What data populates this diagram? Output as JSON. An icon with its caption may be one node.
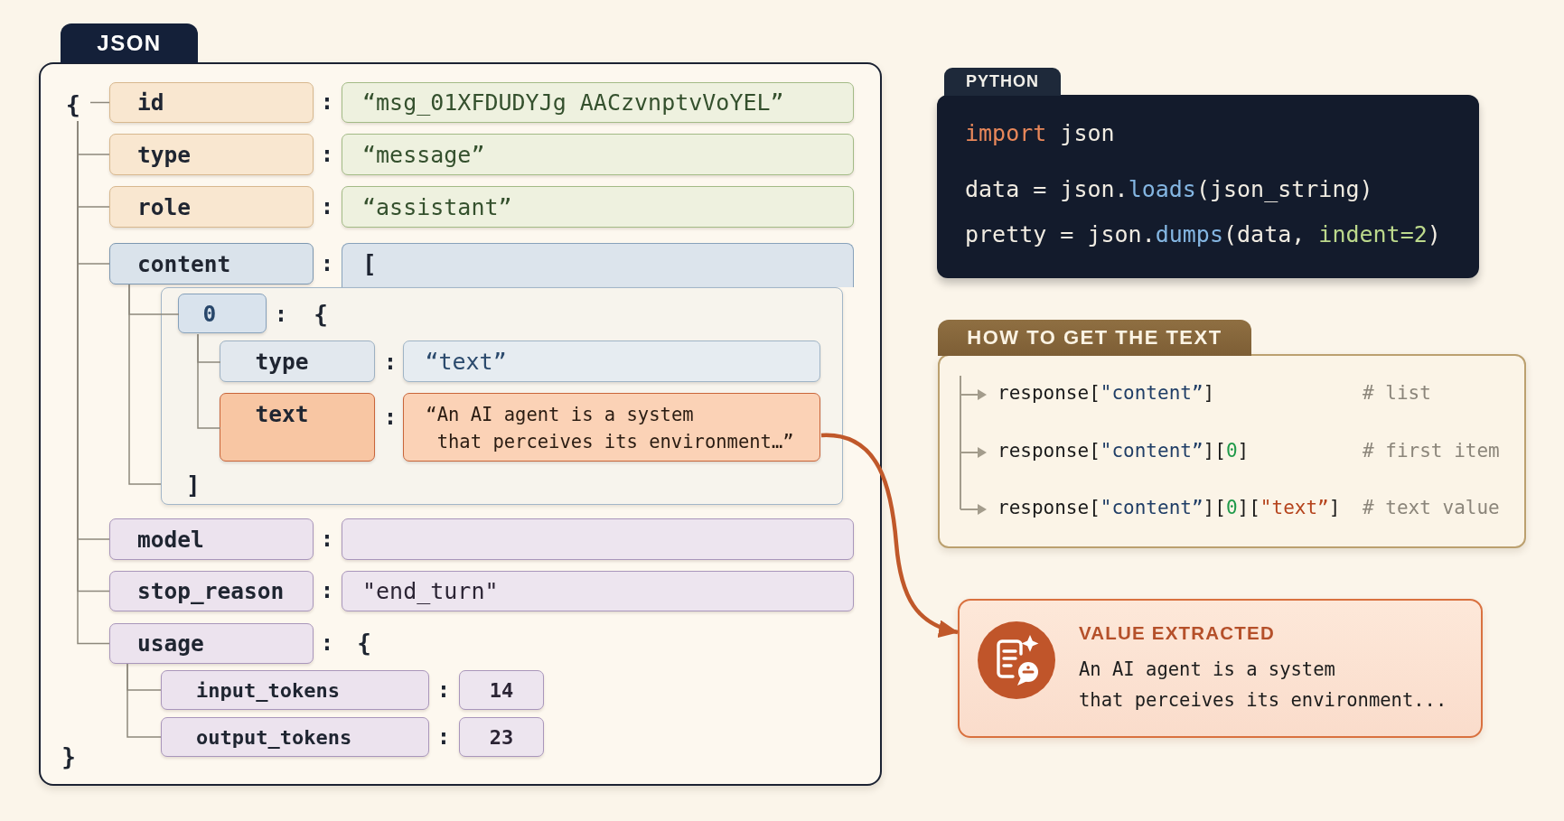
{
  "diagram": {
    "nodes": [
      {
        "text": [
          "JSON"
        ]
      },
      {
        "text": [
          "{"
        ],
        "in": 0
      },
      {
        "text": [
          "id"
        ],
        "in": 0
      },
      {
        "text": [
          "“msg_01XFDUDYJg AACzvnptvVoYEL”"
        ],
        "in": 0
      },
      {
        "text": [
          "type"
        ],
        "in": 0
      },
      {
        "text": [
          "“message”"
        ],
        "in": 0
      },
      {
        "text": [
          "role"
        ],
        "in": 0
      },
      {
        "text": [
          "“assistant”"
        ],
        "in": 0
      },
      {
        "text": [
          "content"
        ],
        "in": 0
      },
      {
        "text": [
          "["
        ],
        "in": 0
      },
      {
        "text": [
          "]"
        ],
        "in": 0
      },
      {
        "text": [
          "0"
        ],
        "in": 10
      },
      {
        "text": [
          "type"
        ],
        "in": 10
      },
      {
        "text": [
          "“text”"
        ],
        "in": 10
      },
      {
        "text": [
          "text"
        ],
        "in": 10
      },
      {
        "text": [
          "“An AI agent is a system that perceives its environment…”"
        ],
        "in": 10
      },
      {
        "text": [
          "model"
        ],
        "in": 0
      },
      {
        "text": [],
        "shape": "box",
        "in": 0
      },
      {
        "text": [
          "stop_reason"
        ],
        "in": 0
      },
      {
        "text": [
          "\"end_turn\""
        ],
        "in": 0
      },
      {
        "text": [
          "usage"
        ],
        "in": 0
      },
      {
        "text": [
          "input_tokens"
        ],
        "in": 0
      },
      {
        "text": [
          "14"
        ],
        "in": 0
      },
      {
        "text": [
          "output_tokens"
        ],
        "in": 0
      },
      {
        "text": [
          "23"
        ],
        "in": 0
      },
      {
        "text": [
          "PYTHON",
          "import json",
          "data = json.loads(json_string)",
          "pretty = json.dumps(data, indent=2)"
        ]
      },
      {
        "text": [
          "HOW TO GET THE TEXT",
          "response[\"content”]",
          "# list",
          "response[\"content”][0]",
          "# first item",
          "response[\"content”][0][\"text”]",
          "# text value"
        ]
      },
      {
        "text": [
          "VALUE EXTRACTED",
          "An AI agent is a system that perceives its environment..."
        ]
      }
    ],
    "edges": [
      {
        "from": 1,
        "to": 2,
        "arrow": "none"
      },
      {
        "from": 1,
        "to": 4,
        "arrow": "none"
      },
      {
        "from": 1,
        "to": 6,
        "arrow": "none"
      },
      {
        "from": 1,
        "to": 8,
        "arrow": "none"
      },
      {
        "from": 1,
        "to": 16,
        "arrow": "none"
      },
      {
        "from": 1,
        "to": 18,
        "arrow": "none"
      },
      {
        "from": 1,
        "to": 20,
        "arrow": "none"
      },
      {
        "from": 8,
        "to": 11,
        "arrow": "none"
      },
      {
        "from": 8,
        "to": 10,
        "arrow": "none"
      },
      {
        "from": 11,
        "to": 12,
        "arrow": "none"
      },
      {
        "from": 11,
        "to": 14,
        "arrow": "none"
      },
      {
        "from": 20,
        "to": 21,
        "arrow": "none"
      },
      {
        "from": 20,
        "to": 23,
        "arrow": "none"
      },
      {
        "from": 15,
        "to": 27,
        "arrow": "to",
        "style": "thick",
        "color": "#c0582a"
      }
    ],
    "labels": [
      ":",
      ":",
      ":",
      ":",
      ":",
      "{",
      ":",
      ":",
      ":",
      ":",
      ":",
      "{",
      ":",
      ":",
      "}"
    ]
  }
}
